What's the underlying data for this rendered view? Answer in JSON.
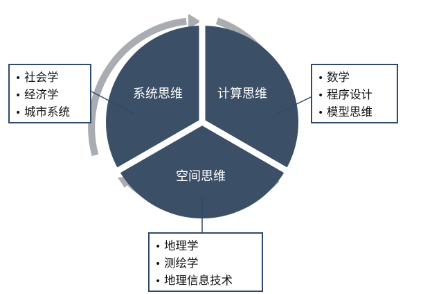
{
  "segments": {
    "top_left": "系统思维",
    "top_right": "计算思维",
    "bottom": "空间思维"
  },
  "boxes": {
    "left": {
      "items": [
        "社会学",
        "经济学",
        "城市系统"
      ]
    },
    "right": {
      "items": [
        "数学",
        "程序设计",
        "模型思维"
      ]
    },
    "bottom": {
      "items": [
        "地理学",
        "测绘学",
        "地理信息技术"
      ]
    }
  },
  "colors": {
    "segment_fill": "#3b4f66",
    "ring_arrow": "#a9acb0",
    "connector_line": "#2f4a68",
    "box_border": "#2f4a68"
  }
}
